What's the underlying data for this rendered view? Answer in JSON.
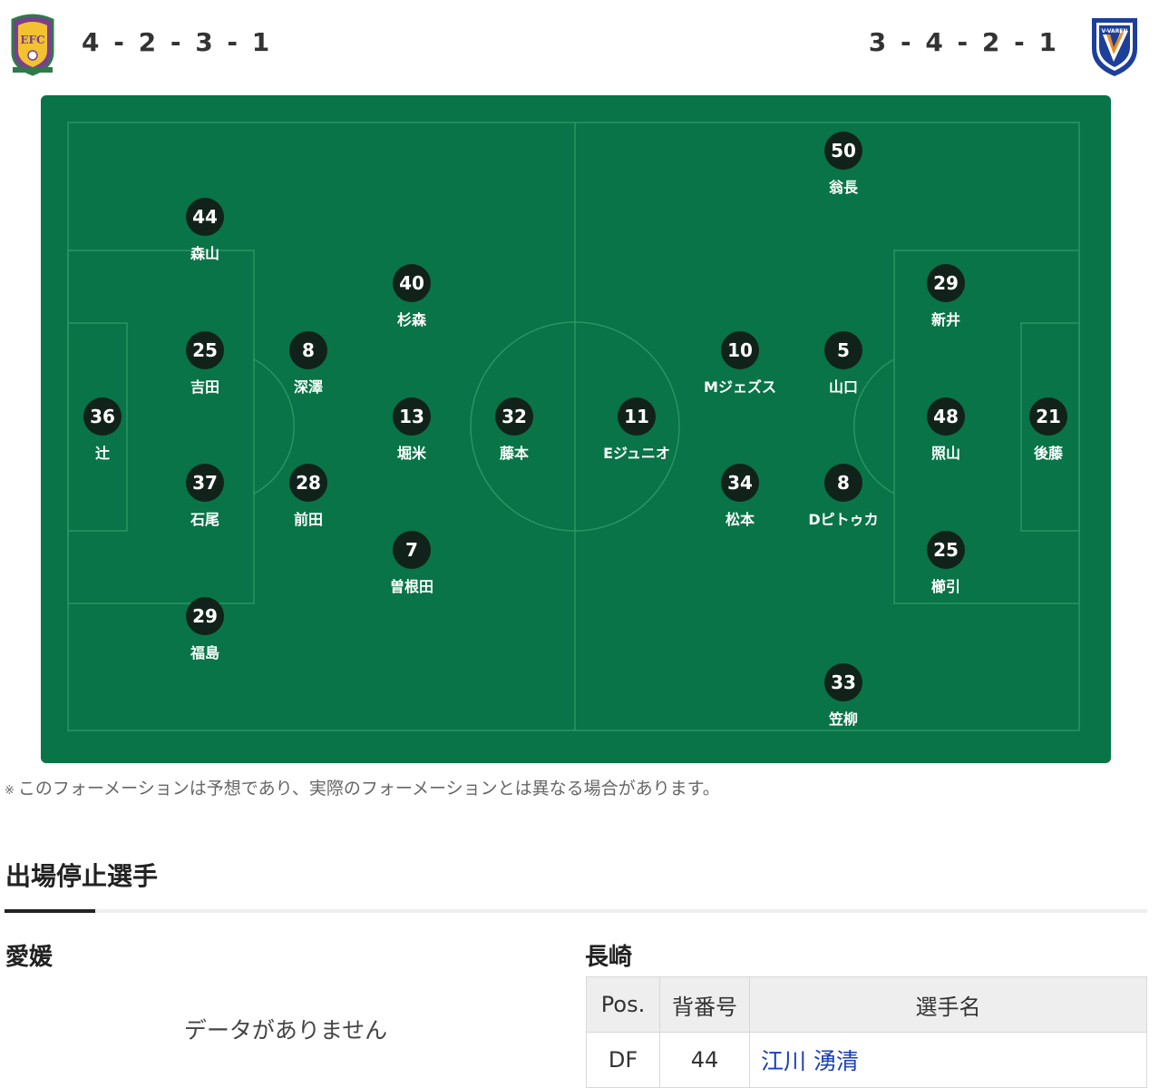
{
  "home": {
    "formation": "4 - 2 - 3 - 1",
    "emblem_text": "EFC",
    "players": [
      {
        "number": "36",
        "name": "辻"
      },
      {
        "number": "44",
        "name": "森山"
      },
      {
        "number": "25",
        "name": "吉田"
      },
      {
        "number": "37",
        "name": "石尾"
      },
      {
        "number": "29",
        "name": "福島"
      },
      {
        "number": "8",
        "name": "深澤"
      },
      {
        "number": "28",
        "name": "前田"
      },
      {
        "number": "40",
        "name": "杉森"
      },
      {
        "number": "13",
        "name": "堀米"
      },
      {
        "number": "7",
        "name": "曽根田"
      },
      {
        "number": "32",
        "name": "藤本"
      }
    ]
  },
  "away": {
    "formation": "3 - 4 - 2 - 1",
    "emblem_text": "V-VAREN",
    "players": [
      {
        "number": "11",
        "name": "Eジュニオ"
      },
      {
        "number": "10",
        "name": "Mジェズス"
      },
      {
        "number": "34",
        "name": "松本"
      },
      {
        "number": "50",
        "name": "翁長"
      },
      {
        "number": "5",
        "name": "山口"
      },
      {
        "number": "8",
        "name": "Dピトゥカ"
      },
      {
        "number": "33",
        "name": "笠柳"
      },
      {
        "number": "29",
        "name": "新井"
      },
      {
        "number": "48",
        "name": "照山"
      },
      {
        "number": "25",
        "name": "櫛引"
      },
      {
        "number": "21",
        "name": "後藤"
      }
    ]
  },
  "note": {
    "mark": "※",
    "text": "このフォーメーションは予想であり、実際のフォーメーションとは異なる場合があります。"
  },
  "suspended": {
    "title": "出場停止選手",
    "home_label": "愛媛",
    "home_empty_text": "データがありません",
    "away_label": "長崎",
    "table_headers": [
      "Pos.",
      "背番号",
      "選手名"
    ],
    "rows": [
      {
        "pos": "DF",
        "number": "44",
        "name": "江川 湧清"
      }
    ]
  },
  "colors": {
    "pitch": "#087447",
    "player_badge": "#11221a",
    "link": "#1a3fb8"
  }
}
